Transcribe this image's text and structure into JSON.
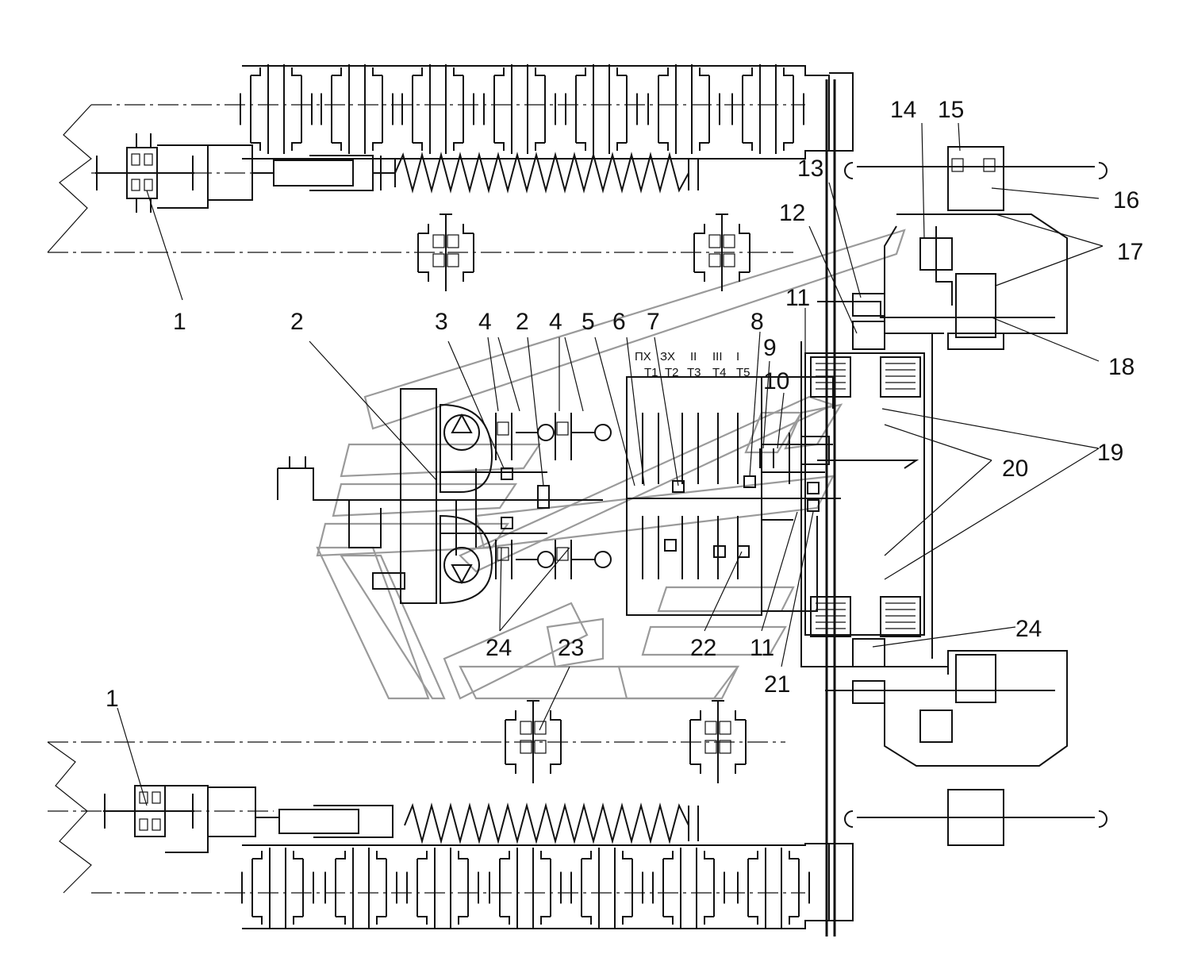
{
  "callouts": [
    "1",
    "2",
    "3",
    "4",
    "2",
    "4",
    "5",
    "6",
    "7",
    "8",
    "9",
    "10",
    "11",
    "12",
    "13",
    "14",
    "15",
    "16",
    "17",
    "18",
    "19",
    "20",
    "24",
    "23",
    "22",
    "11",
    "21",
    "24",
    "1"
  ],
  "gear_labels": [
    "ПХ",
    "ЗХ",
    "II",
    "III",
    "I"
  ],
  "gear_sublabels": [
    "T1",
    "T2",
    "T3",
    "T4",
    "T5"
  ]
}
